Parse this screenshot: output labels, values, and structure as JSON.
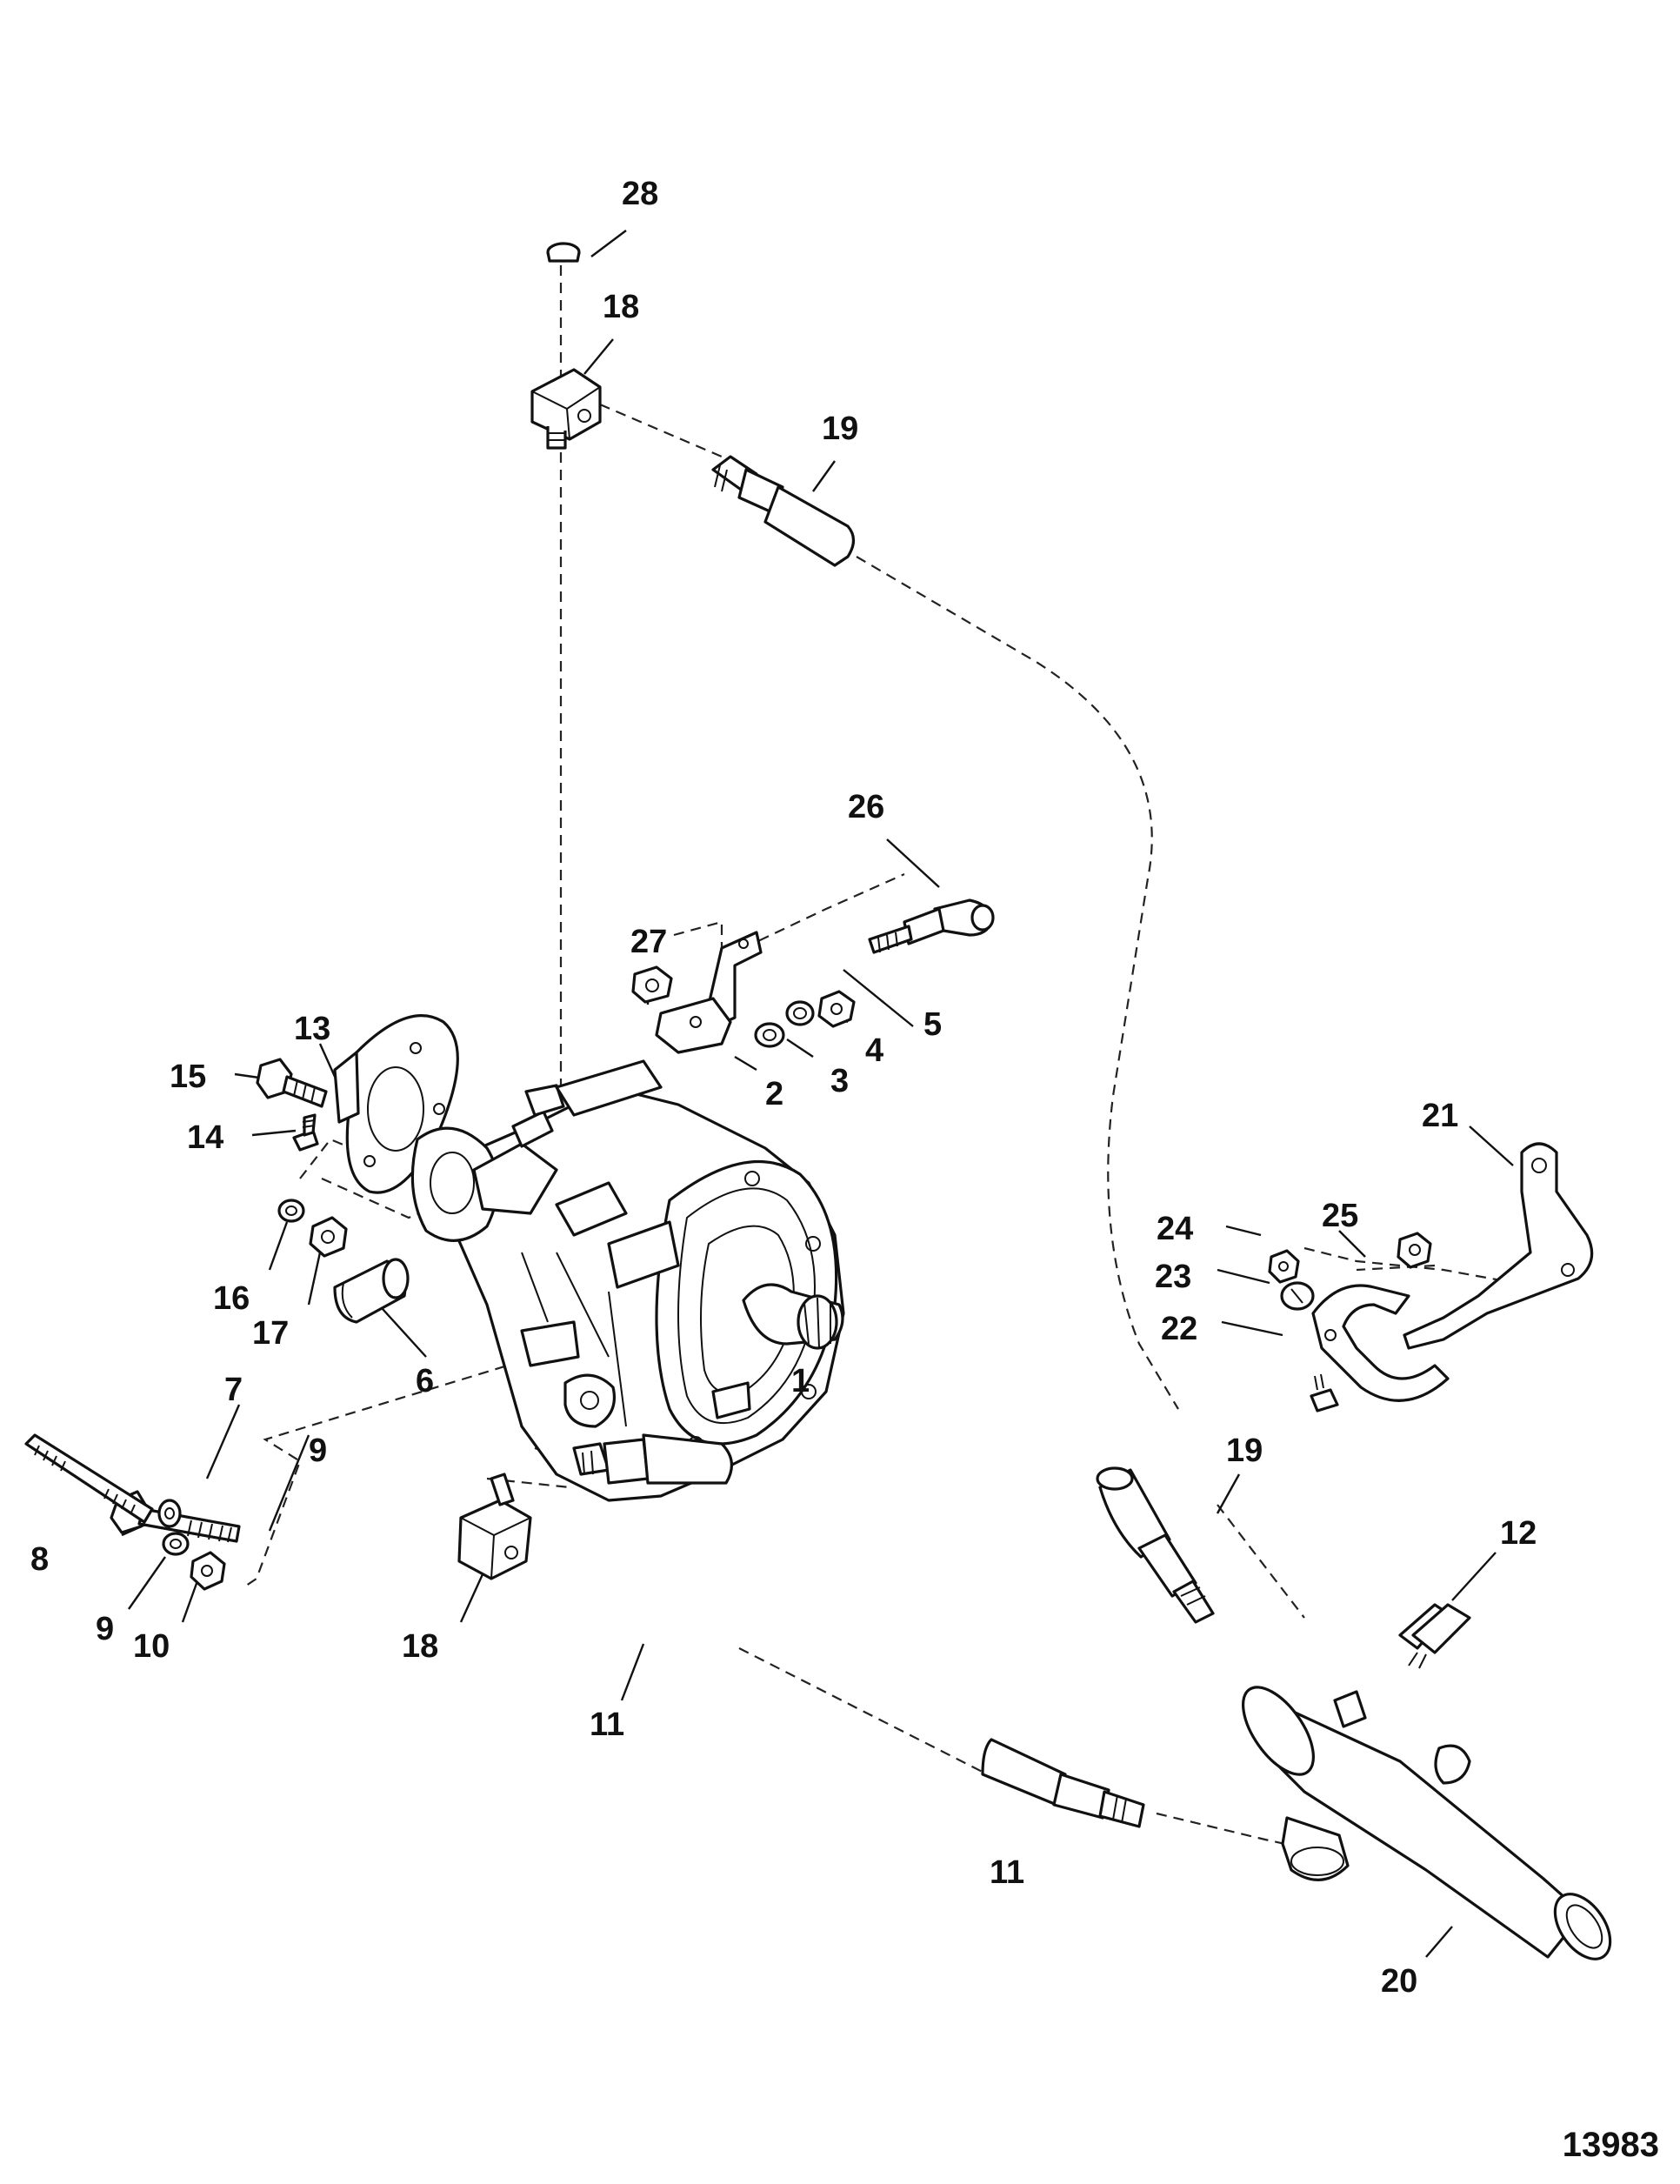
{
  "callouts": {
    "c1": "1",
    "c2": "2",
    "c3": "3",
    "c4": "4",
    "c5": "5",
    "c6": "6",
    "c7": "7",
    "c8": "8",
    "c9a": "9",
    "c9b": "9",
    "c10": "10",
    "c11a": "11",
    "c11b": "11",
    "c12": "12",
    "c13": "13",
    "c14": "14",
    "c15": "15",
    "c16": "16",
    "c17": "17",
    "c18a": "18",
    "c18b": "18",
    "c19a": "19",
    "c19b": "19",
    "c20": "20",
    "c21": "21",
    "c22": "22",
    "c23": "23",
    "c24": "24",
    "c25": "25",
    "c26": "26",
    "c27": "27",
    "c28": "28"
  },
  "figure_number": "13983"
}
